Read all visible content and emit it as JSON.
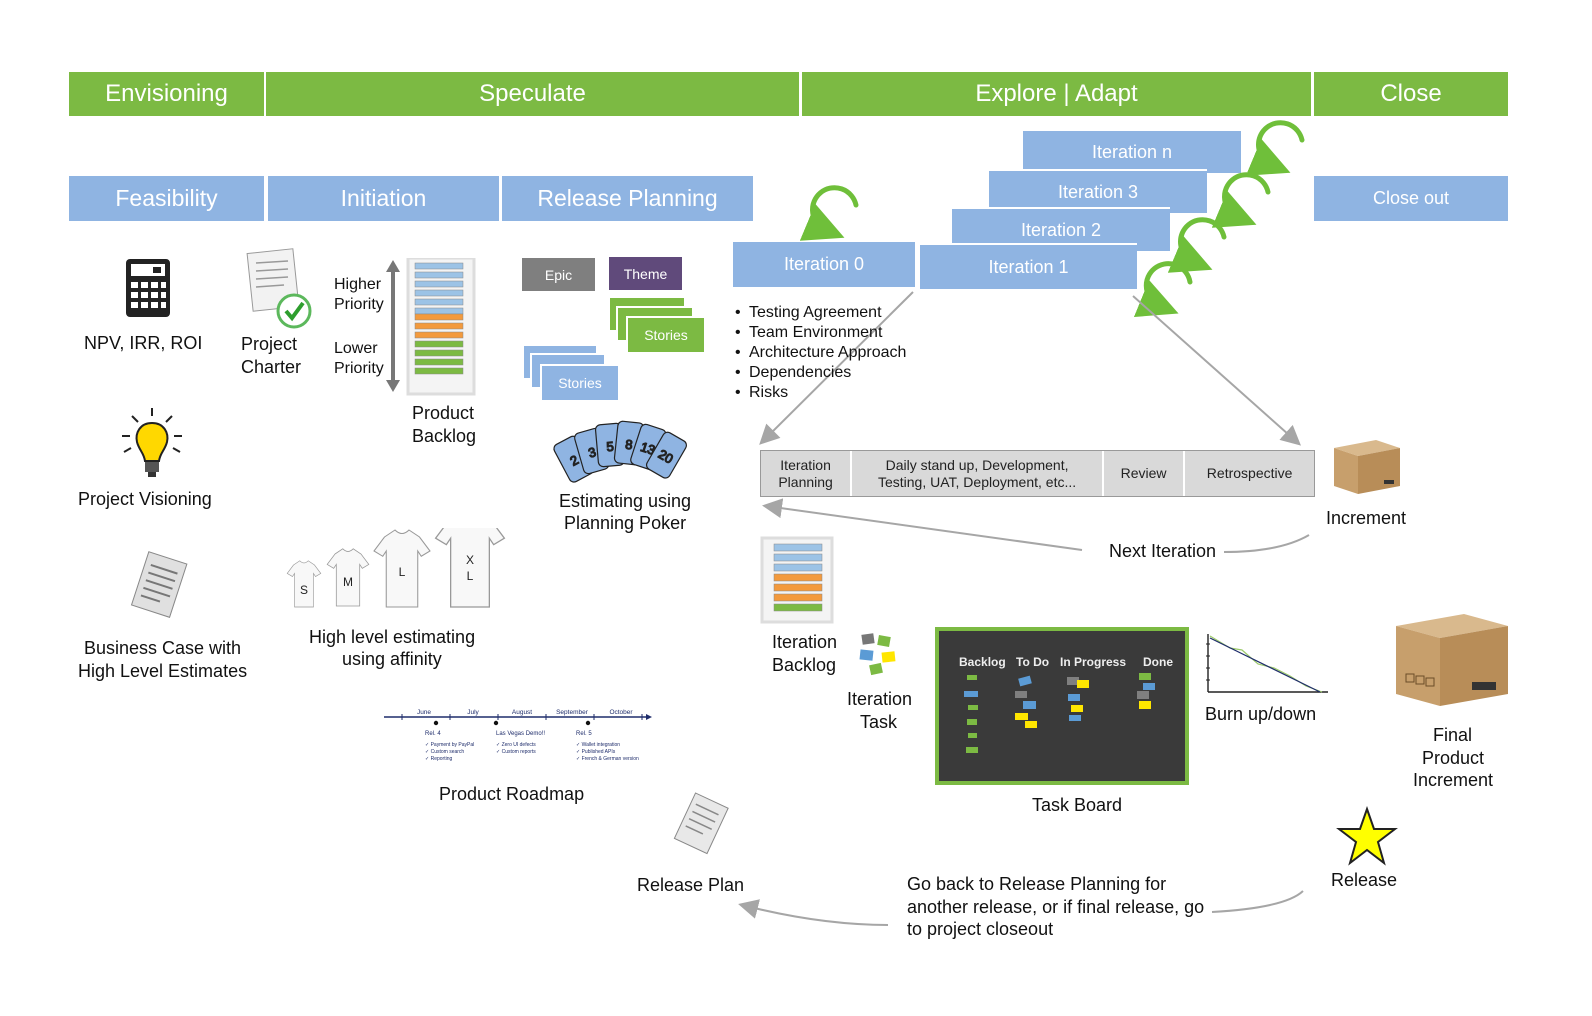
{
  "phases": [
    {
      "id": "envisioning",
      "label": "Envisioning"
    },
    {
      "id": "speculate",
      "label": "Speculate"
    },
    {
      "id": "explore",
      "label": "Explore | Adapt"
    },
    {
      "id": "close",
      "label": "Close"
    }
  ],
  "subphases": {
    "feasibility": "Feasibility",
    "initiation": "Initiation",
    "release_planning": "Release Planning",
    "close_out": "Close out"
  },
  "iterations": {
    "iter0": "Iteration 0",
    "iter1": "Iteration 1",
    "iter2": "Iteration 2",
    "iter3": "Iteration 3",
    "itern": "Iteration n"
  },
  "envisioning_items": {
    "npv": "NPV, IRR, ROI",
    "visioning": "Project Visioning",
    "business_case_1": "Business Case with",
    "business_case_2": "High Level Estimates"
  },
  "initiation_items": {
    "charter_1": "Project",
    "charter_2": "Charter",
    "higher_1": "Higher",
    "higher_2": "Priority",
    "lower_1": "Lower",
    "lower_2": "Priority",
    "backlog_1": "Product",
    "backlog_2": "Backlog",
    "affinity_1": "High level estimating",
    "affinity_2": "using affinity",
    "shirts": [
      "S",
      "M",
      "L",
      "X\nL"
    ]
  },
  "release_items": {
    "epic": "Epic",
    "theme": "Theme",
    "stories_a": "Stories",
    "stories_b": "Stories",
    "cards": [
      "2",
      "3",
      "5",
      "8",
      "13",
      "20"
    ],
    "poker_1": "Estimating using",
    "poker_2": "Planning Poker",
    "roadmap": "Product Roadmap",
    "roadmap_months": [
      "June",
      "July",
      "August",
      "September",
      "October"
    ],
    "roadmap_releases": [
      {
        "name": "Rel. 4",
        "items": [
          "✓ Payment by PayPal",
          "✓ Custom search",
          "✓ Reporting"
        ]
      },
      {
        "name": "Las Vegas Demo!!",
        "items": [
          "✓ Zero UI defects",
          "✓ Custom reports"
        ]
      },
      {
        "name": "Rel. 5",
        "items": [
          "✓ Wallet integration",
          "✓ Published APIs",
          "✓ French & German version"
        ]
      }
    ]
  },
  "iteration0_bullets": [
    "Testing Agreement",
    "Team Environment",
    "Architecture Approach",
    "Dependencies",
    "Risks"
  ],
  "cycle": [
    {
      "line1": "Iteration",
      "line2": "Planning"
    },
    {
      "line1": "Daily stand up, Development,",
      "line2": "Testing, UAT, Deployment, etc..."
    },
    {
      "line1": "Review",
      "line2": ""
    },
    {
      "line1": "Retrospective",
      "line2": ""
    }
  ],
  "explore_items": {
    "increment": "Increment",
    "next_iteration": "Next Iteration",
    "iter_backlog_1": "Iteration",
    "iter_backlog_2": "Backlog",
    "iter_task_1": "Iteration",
    "iter_task_2": "Task",
    "board_columns": [
      "Backlog",
      "To Do",
      "In Progress",
      "Done"
    ],
    "task_board": "Task Board",
    "burn": "Burn up/down"
  },
  "close_items": {
    "final_1": "Final",
    "final_2": "Product",
    "final_3": "Increment",
    "release": "Release"
  },
  "bottom": {
    "release_plan": "Release Plan",
    "go_back_1": "Go back to Release Planning for",
    "go_back_2": "another release, or if final release, go",
    "go_back_3": "to project closeout"
  },
  "colors": {
    "phase_green": "#7cba43",
    "sub_blue": "#8fb4e2",
    "epic_gray": "#7f7f7f",
    "theme_purple": "#604a7b",
    "story_green": "#7cba43",
    "cycle_arrow_green": "#6fbf3a"
  },
  "icons": [
    "calculator-icon",
    "lightbulb-icon",
    "document-icon",
    "charter-icon",
    "checkmark-icon",
    "box-icon",
    "star-icon",
    "cycle-arrow-icon"
  ]
}
